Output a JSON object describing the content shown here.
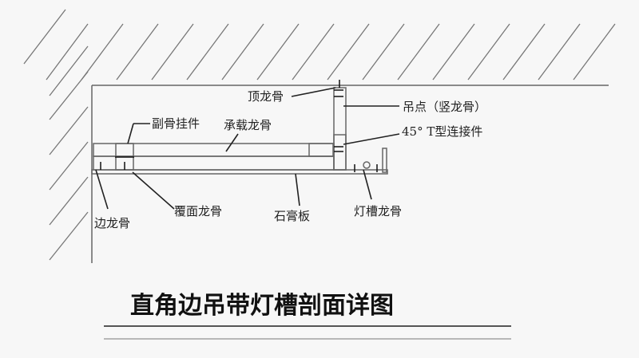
{
  "title": "直角边吊带灯槽剖面详图",
  "labels": {
    "top_keel": "顶龙骨",
    "hanging_point": "吊点（竖龙骨）",
    "sub_keel_hanger": "副骨挂件",
    "bearing_keel": "承载龙骨",
    "t_connector": "45° T型连接件",
    "edge_keel": "边龙骨",
    "cover_keel": "覆面龙骨",
    "gypsum_board": "石膏板",
    "light_trough_keel": "灯槽龙骨"
  },
  "colors": {
    "line": "#555555",
    "hatch": "#666666",
    "text": "#222222",
    "background": "#f7f7f7"
  }
}
